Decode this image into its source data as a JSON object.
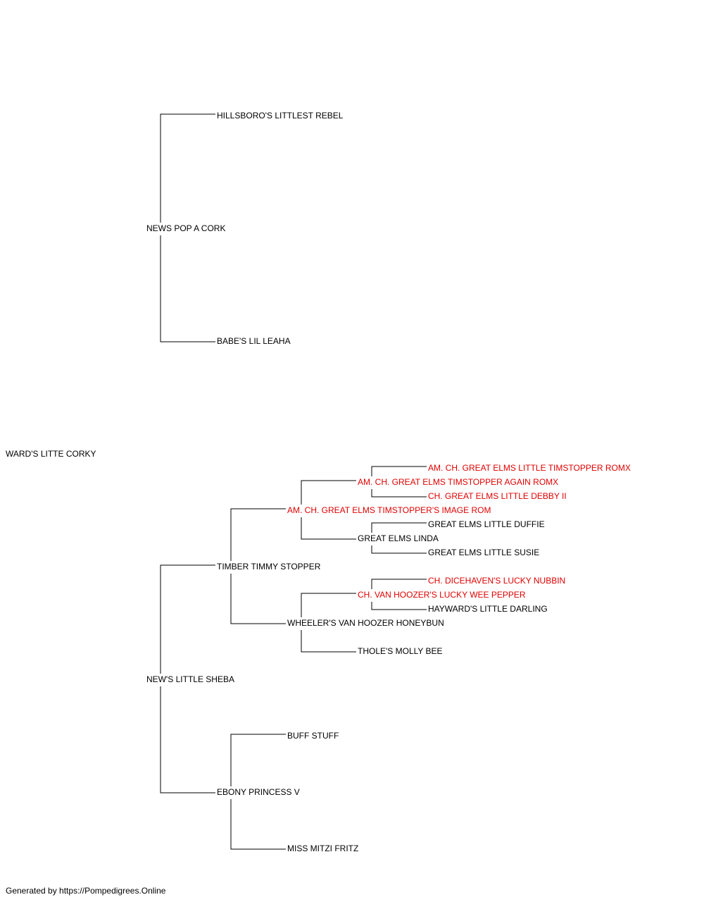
{
  "colors": {
    "line": "#000000",
    "text": "#000000",
    "champion": "#e00000"
  },
  "subject": "WARD'S LITTE CORKY",
  "sire": {
    "name": "NEWS POP A CORK",
    "sire": {
      "name": "HILLSBORO'S LITTLEST REBEL"
    },
    "dam": {
      "name": "BABE'S LIL LEAHA"
    }
  },
  "dam": {
    "name": "NEW'S LITTLE SHEBA",
    "sire": {
      "name": "TIMBER TIMMY STOPPER",
      "sire": {
        "name": "AM. CH. GREAT ELMS TIMSTOPPER'S IMAGE ROM",
        "sire": {
          "name": "AM. CH. GREAT ELMS TIMSTOPPER AGAIN ROMX",
          "sire": {
            "name": "AM. CH. GREAT ELMS LITTLE TIMSTOPPER ROMX"
          },
          "dam": {
            "name": "CH. GREAT ELMS LITTLE DEBBY II"
          }
        },
        "dam": {
          "name": "GREAT ELMS LINDA",
          "sire": {
            "name": "GREAT ELMS LITTLE DUFFIE"
          },
          "dam": {
            "name": "GREAT ELMS LITTLE SUSIE"
          }
        }
      },
      "dam": {
        "name": "WHEELER'S VAN HOOZER HONEYBUN",
        "sire": {
          "name": "CH. VAN HOOZER'S LUCKY WEE PEPPER",
          "sire": {
            "name": "CH. DICEHAVEN'S LUCKY NUBBIN"
          },
          "dam": {
            "name": "HAYWARD'S LITTLE DARLING"
          }
        },
        "dam": {
          "name": "THOLE'S MOLLY BEE"
        }
      }
    },
    "dam": {
      "name": "EBONY PRINCESS V",
      "sire": {
        "name": "BUFF STUFF"
      },
      "dam": {
        "name": "MISS MITZI FRITZ"
      }
    }
  },
  "footer": "Generated by https://Pompedigrees.Online"
}
